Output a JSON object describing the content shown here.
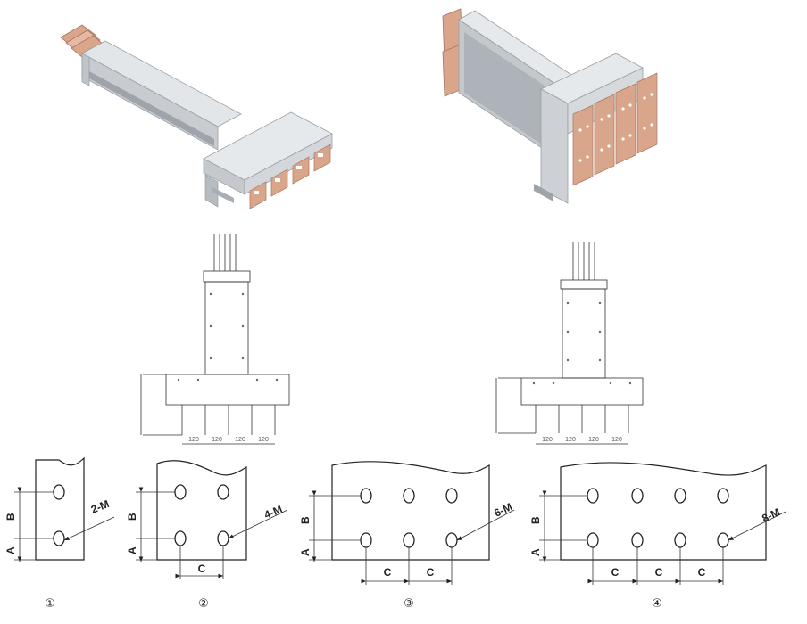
{
  "figures": {
    "outline_1": {
      "dims": [
        "120",
        "120",
        "120",
        "120"
      ]
    },
    "outline_2": {
      "dims": [
        "120",
        "120",
        "120",
        "120"
      ]
    }
  },
  "panels": [
    {
      "index": "①",
      "mark": "2-M",
      "label_a": "A",
      "label_b": "B",
      "label_c": ""
    },
    {
      "index": "②",
      "mark": "4-M",
      "label_a": "A",
      "label_b": "B",
      "label_c": "C"
    },
    {
      "index": "③",
      "mark": "6-M",
      "label_a": "A",
      "label_b": "B",
      "label_c": "C"
    },
    {
      "index": "④",
      "mark": "8-M",
      "label_a": "A",
      "label_b": "B",
      "label_c": "C"
    }
  ],
  "colors": {
    "housing": "#dcdfe2",
    "housing_dark": "#b7bcc1",
    "copper": "#d9a58b",
    "line": "#222222"
  }
}
